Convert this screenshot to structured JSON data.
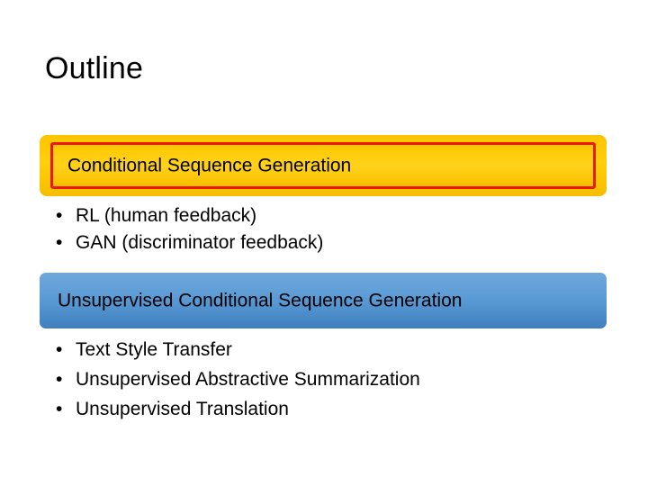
{
  "slide": {
    "title": "Outline",
    "banner_yellow": {
      "text": "Conditional Sequence Generation",
      "fill_color": "#ffcc00",
      "border_color": "#e81b09"
    },
    "bullets_group_1": [
      {
        "marker": "•",
        "text": "RL (human feedback)"
      },
      {
        "marker": "•",
        "text": "GAN (discriminator feedback)"
      }
    ],
    "banner_blue": {
      "text": "Unsupervised Conditional Sequence Generation",
      "fill_color": "#5b9bd5"
    },
    "bullets_group_2": [
      {
        "marker": "•",
        "text": "Text Style Transfer"
      },
      {
        "marker": "•",
        "text": "Unsupervised Abstractive Summarization"
      },
      {
        "marker": "•",
        "text": "Unsupervised Translation"
      }
    ]
  }
}
